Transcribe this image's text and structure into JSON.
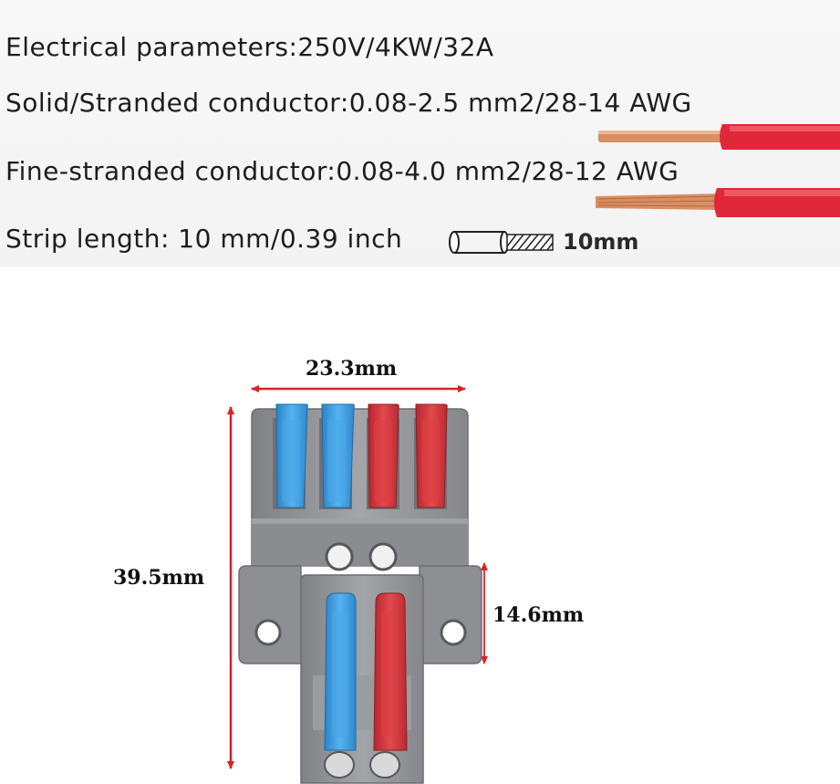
{
  "specs": {
    "electrical": "Electrical parameters:250V/4KW/32A",
    "solid": "Solid/Stranded conductor:0.08-2.5 mm2/28-14 AWG",
    "fine": "Fine-stranded conductor:0.08-4.0 mm2/28-12 AWG",
    "strip": "Strip length: 10 mm/0.39 inch"
  },
  "strip_diagram_label": "10mm",
  "dimensions": {
    "width": "23.3mm",
    "height": "39.5mm",
    "sub_height": "14.6mm"
  },
  "colors": {
    "wire_insulation": "#e0283a",
    "copper": "#d98f63",
    "lever_blue": "#3d9fe0",
    "lever_red": "#d8393e",
    "housing": "#8f9195",
    "dimension_arrow": "#e01e25"
  }
}
